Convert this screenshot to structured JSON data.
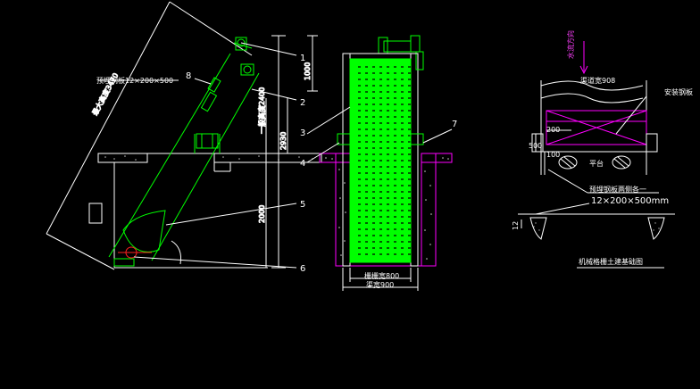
{
  "callouts": [
    "1",
    "2",
    "3",
    "4",
    "5",
    "6",
    "7",
    "8"
  ],
  "left_view": {
    "embed_label": "预埋钢板12×200×500",
    "dim_top_right": "1000",
    "dim_vertical_1": "一般高度2400",
    "dim_vertical_2": "2000",
    "dim_vertical_3": "2930"
  },
  "middle_view": {
    "width_inner": "栅栅宽800",
    "width_outer": "渠宽900"
  },
  "right_view": {
    "flow_label": "水流方向",
    "channel_width": "渠道宽908",
    "embed_detail_label": "安装钢板",
    "dim_200": "200",
    "dim_500": "500",
    "dim_100": "100",
    "platform_label": "平台",
    "embed_plate_label": "预埋钢板两侧各一",
    "embed_plate_size": "12×200×500mm",
    "dim_12": "12",
    "title": "机械格栅土建基础图"
  },
  "colors": {
    "background": "#000000",
    "screen_green": "#00ff00",
    "outline_white": "#ffffff",
    "concrete_magenta": "#ff00ff",
    "frame_green": "#00c000"
  }
}
